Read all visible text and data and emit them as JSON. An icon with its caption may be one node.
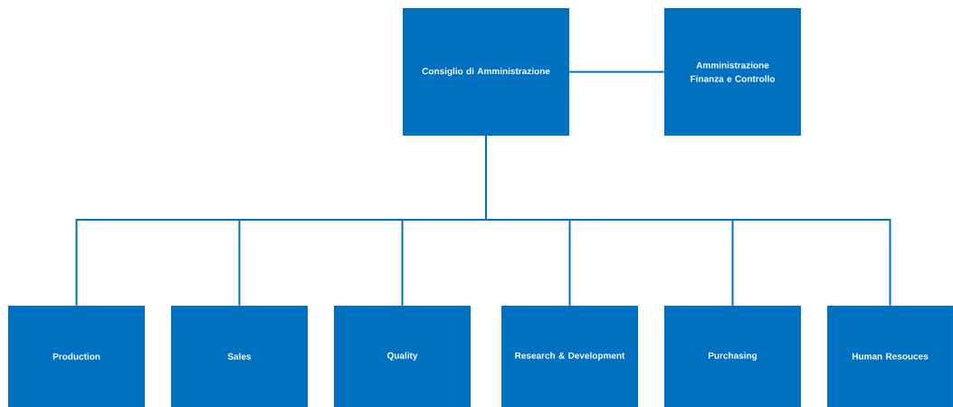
{
  "diagram": {
    "nodes": [
      {
        "text": [
          "Consiglio di Amministrazione"
        ]
      },
      {
        "text": [
          "Amministrazione Finanza e Controllo"
        ]
      },
      {
        "text": [
          "Production"
        ]
      },
      {
        "text": [
          "Sales"
        ]
      },
      {
        "text": [
          "Quality"
        ]
      },
      {
        "text": [
          "Research & Development"
        ]
      },
      {
        "text": [
          "Purchasing"
        ]
      },
      {
        "text": [
          "Human Resouces"
        ]
      }
    ],
    "edges": [
      {
        "from": 0,
        "to": 1,
        "arrow": "none"
      },
      {
        "from": 0,
        "to": 2,
        "arrow": "none"
      },
      {
        "from": 0,
        "to": 3,
        "arrow": "none"
      },
      {
        "from": 0,
        "to": 4,
        "arrow": "none"
      },
      {
        "from": 0,
        "to": 5,
        "arrow": "none"
      },
      {
        "from": 0,
        "to": 6,
        "arrow": "none"
      },
      {
        "from": 0,
        "to": 7,
        "arrow": "none"
      }
    ]
  }
}
